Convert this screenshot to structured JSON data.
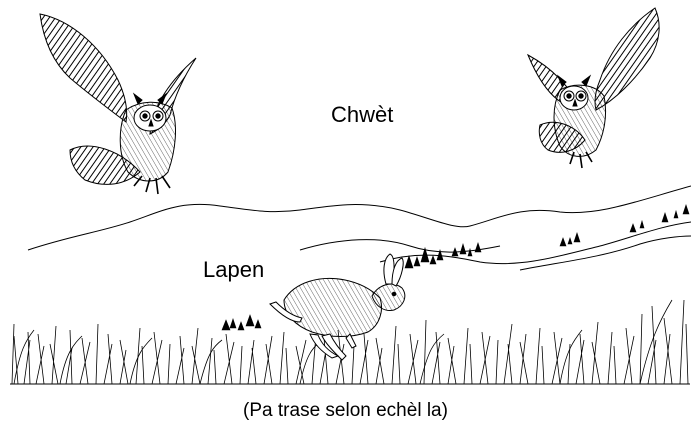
{
  "labels": {
    "owl": "Chwèt",
    "rabbit": "Lapen"
  },
  "caption": "(Pa trase selon echèl la)"
}
